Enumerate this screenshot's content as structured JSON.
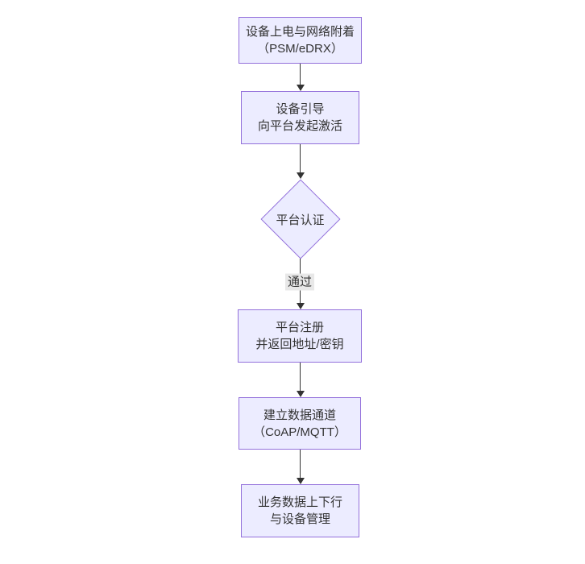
{
  "diagram": {
    "type": "flowchart-top-down",
    "colors": {
      "node_fill": "#ECECFF",
      "node_border": "#9370DB",
      "text": "#333333",
      "arrow": "#333333",
      "edge_label_bg": "#e8e8e8",
      "background": "#ffffff"
    },
    "nodes": [
      {
        "id": "A",
        "shape": "rect",
        "label": "设备上电与网络附着\n（PSM/eDRX）"
      },
      {
        "id": "B",
        "shape": "rect",
        "label": "设备引导\n向平台发起激活"
      },
      {
        "id": "C",
        "shape": "diamond",
        "label": "平台认证"
      },
      {
        "id": "D",
        "shape": "rect",
        "label": "平台注册\n并返回地址/密钥"
      },
      {
        "id": "E",
        "shape": "rect",
        "label": "建立数据通道\n（CoAP/MQTT）"
      },
      {
        "id": "F",
        "shape": "rect",
        "label": "业务数据上下行\n与设备管理"
      }
    ],
    "edges": [
      {
        "from": "A",
        "to": "B",
        "label": ""
      },
      {
        "from": "B",
        "to": "C",
        "label": ""
      },
      {
        "from": "C",
        "to": "D",
        "label": "通过"
      },
      {
        "from": "D",
        "to": "E",
        "label": ""
      },
      {
        "from": "E",
        "to": "F",
        "label": ""
      }
    ]
  }
}
